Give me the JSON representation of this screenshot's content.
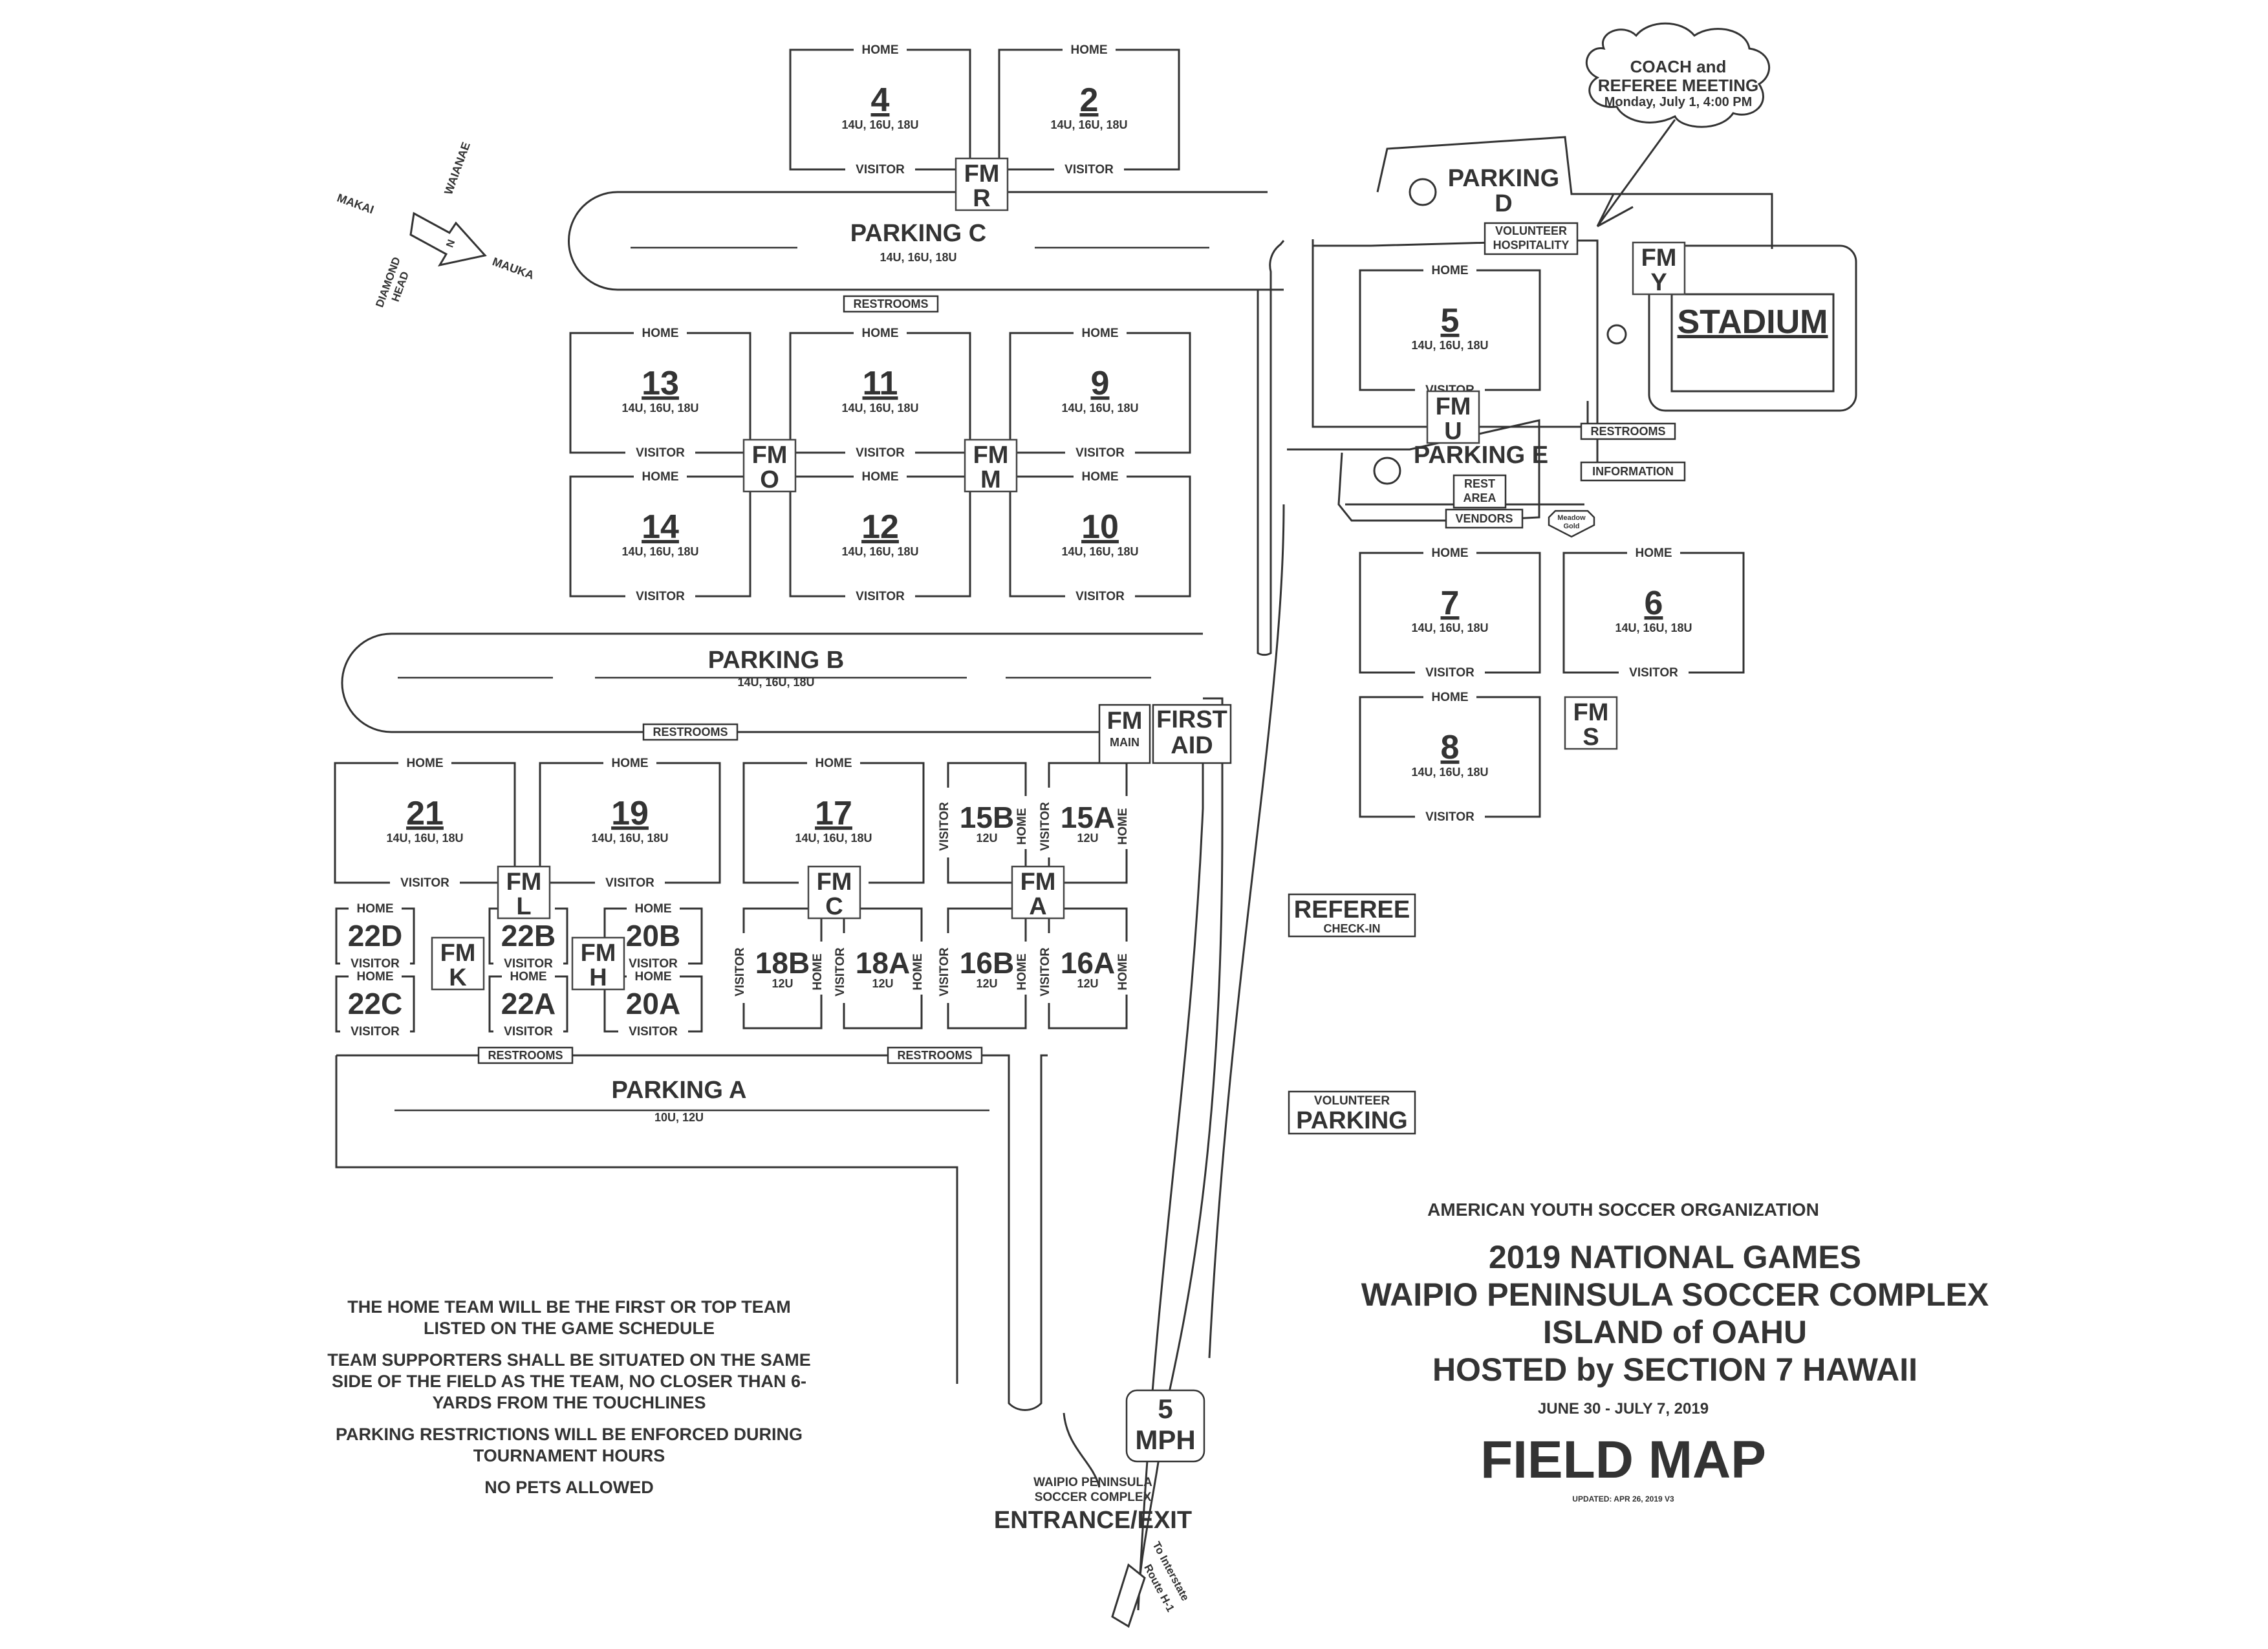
{
  "title": {
    "organization": "AMERICAN YOUTH SOCCER ORGANIZATION",
    "line1": "2019 NATIONAL GAMES",
    "line2": "WAIPIO PENINSULA SOCCER COMPLEX",
    "line3": "ISLAND of OAHU",
    "line4": "HOSTED by SECTION 7 HAWAII",
    "dates": "JUNE 30 - JULY 7, 2019",
    "heading": "FIELD MAP",
    "updated": "UPDATED: APR 26, 2019 V3"
  },
  "notes": [
    "THE HOME TEAM WILL BE THE FIRST OR TOP TEAM LISTED ON THE GAME SCHEDULE",
    "TEAM SUPPORTERS SHALL BE SITUATED ON THE SAME SIDE OF THE FIELD AS THE TEAM, NO CLOSER THAN 6-YARDS FROM THE TOUCHLINES",
    "PARKING RESTRICTIONS WILL BE ENFORCED DURING TOURNAMENT HOURS",
    "NO PETS ALLOWED"
  ],
  "compass": {
    "n": "N",
    "makai": "MAKAI",
    "waianae": "WAIANAE",
    "mauka": "MAUKA",
    "diamond_head": "DIAMOND HEAD"
  },
  "meeting": {
    "line1": "COACH and",
    "line2": "REFEREE MEETING",
    "line3": "Monday, July 1, 4:00 PM"
  },
  "labels": {
    "home": "HOME",
    "visitor": "VISITOR",
    "ages_full": "14U, 16U, 18U",
    "ages_12": "12U",
    "ages_a": "10U, 12U",
    "restrooms": "RESTROOMS",
    "stadium": "STADIUM",
    "volunteer_hospitality_1": "VOLUNTEER",
    "volunteer_hospitality_2": "HOSPITALITY",
    "information": "INFORMATION",
    "rest_area_1": "REST",
    "rest_area_2": "AREA",
    "vendors": "VENDORS",
    "meadow_gold_1": "Meadow",
    "meadow_gold_2": "Gold",
    "first_aid_1": "FIRST",
    "first_aid_2": "AID",
    "fm_main_1": "FM",
    "fm_main_2": "MAIN",
    "referee": "REFEREE",
    "check_in": "CHECK-IN",
    "volunteer_parking_1": "VOLUNTEER",
    "volunteer_parking_2": "PARKING",
    "speed_1": "5",
    "speed_2": "MPH",
    "complex_1": "WAIPIO PENINSULA",
    "complex_2": "SOCCER COMPLEX",
    "entrance": "ENTRANCE/EXIT",
    "to_interstate_1": "To Interstate",
    "to_interstate_2": "Route H-1"
  },
  "parking": {
    "a": {
      "name": "PARKING A",
      "ages": "10U, 12U"
    },
    "b": {
      "name": "PARKING B",
      "ages": "14U, 16U, 18U"
    },
    "c": {
      "name": "PARKING C",
      "ages": "14U, 16U, 18U"
    },
    "d_1": "PARKING",
    "d_2": "D",
    "e": "PARKING E"
  },
  "fields": {
    "f4": "4",
    "f2": "2",
    "f13": "13",
    "f11": "11",
    "f9": "9",
    "f14": "14",
    "f12": "12",
    "f10": "10",
    "f5": "5",
    "f7": "7",
    "f6": "6",
    "f8": "8",
    "f21": "21",
    "f19": "19",
    "f17": "17",
    "f15b": "15B",
    "f15a": "15A",
    "f22d": "22D",
    "f22b": "22B",
    "f20b": "20B",
    "f22c": "22C",
    "f22a": "22A",
    "f20a": "20A",
    "f18b": "18B",
    "f18a": "18A",
    "f16b": "16B",
    "f16a": "16A"
  },
  "field_marshals": {
    "fm": "FM",
    "r": "R",
    "o": "O",
    "m": "M",
    "u": "U",
    "y": "Y",
    "s": "S",
    "l": "L",
    "k": "K",
    "h": "H",
    "c": "C",
    "a": "A"
  }
}
